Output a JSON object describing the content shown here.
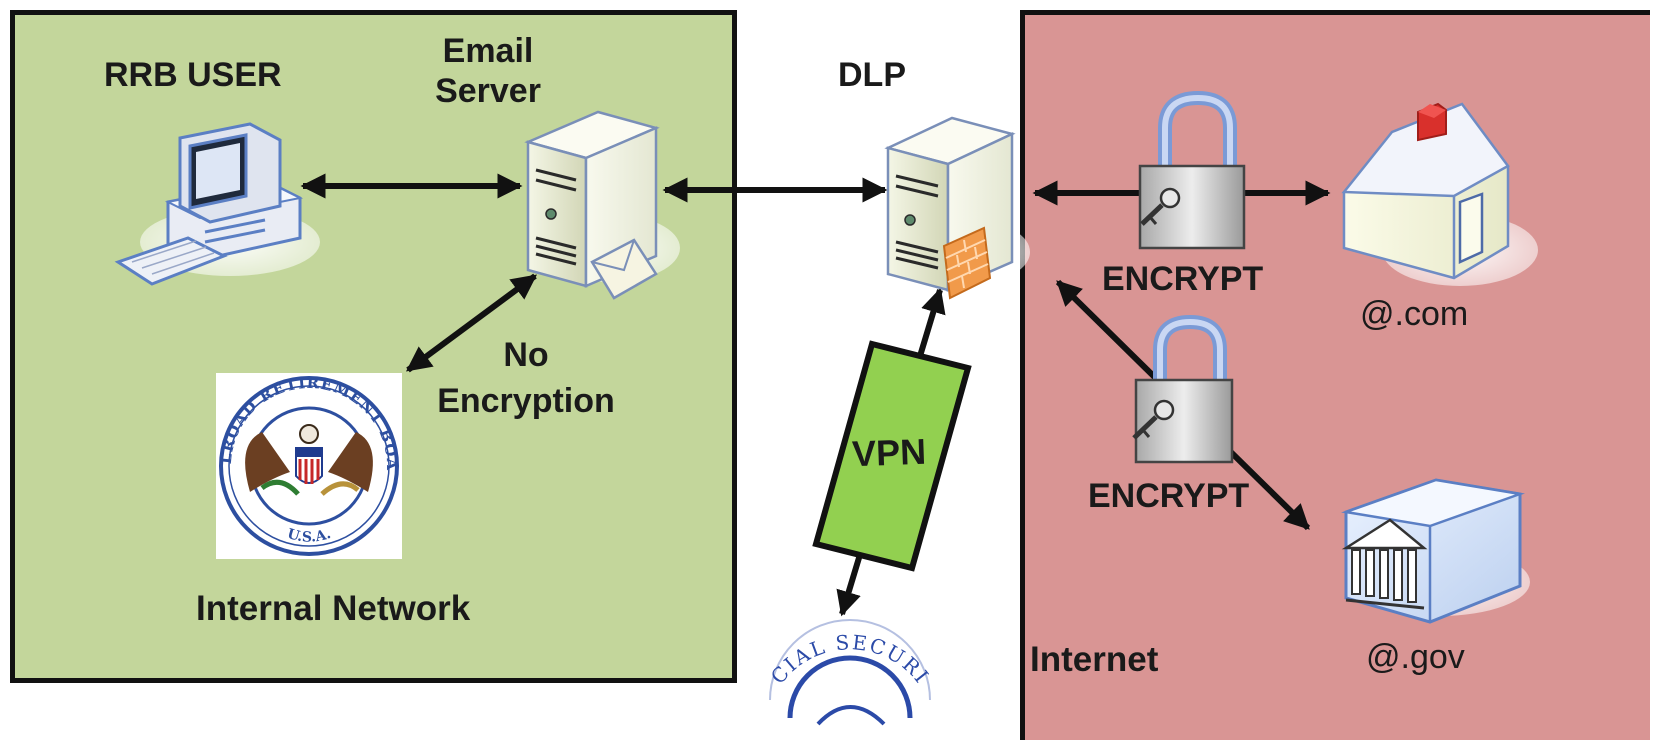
{
  "zones": {
    "internal": {
      "label": "Internal Network",
      "color": "#c3d69b"
    },
    "internet": {
      "label": "Internet",
      "color": "#d99594"
    }
  },
  "nodes": {
    "rrb_user": {
      "label": "RRB USER",
      "icon": "desktop-computer-icon"
    },
    "email_server": {
      "label_line1": "Email",
      "label_line2": "Server",
      "icon": "mail-server-icon"
    },
    "dlp": {
      "label": "DLP",
      "icon": "firewall-server-icon"
    },
    "rrb_seal": {
      "icon": "railroad-retirement-board-seal",
      "ring_text": "RAILROAD RETIREMENT BOARD",
      "bottom_text": "U.S.A."
    },
    "home": {
      "label": "@.com",
      "icon": "house-icon"
    },
    "gov": {
      "label": "@.gov",
      "icon": "government-building-icon"
    },
    "ssa_seal": {
      "icon": "social-security-seal",
      "ring_text": "CIAL SECURI"
    }
  },
  "links": {
    "no_encryption": {
      "line1": "No",
      "line2": "Encryption"
    },
    "encrypt_com": {
      "label": "ENCRYPT",
      "icon": "padlock-key-icon"
    },
    "encrypt_gov": {
      "label": "ENCRYPT",
      "icon": "padlock-key-icon"
    },
    "vpn": {
      "label": "VPN",
      "color": "#92d050"
    }
  }
}
